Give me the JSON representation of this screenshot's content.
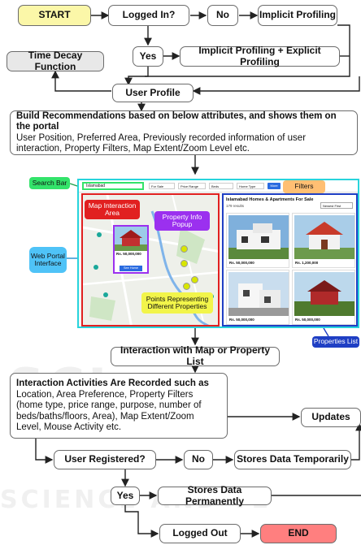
{
  "flow": {
    "start": "START",
    "logged_in": "Logged In?",
    "no1": "No",
    "implicit_profiling": "Implicit Profiling",
    "yes1": "Yes",
    "implicit_explicit": "Implicit Profiling + Explicit Profiling",
    "time_decay": "Time Decay Function",
    "user_profile": "User Profile",
    "build_title": "Build Recommendations based on below attributes, and shows them on the portal",
    "build_body": "User Position, Preferred Area, Previously recorded information of user interaction, Property Filters, Map Extent/Zoom Level etc.",
    "interaction": "Interaction with Map or Property List",
    "activities_title": "Interaction Activities Are Recorded such as",
    "activities_body": "Location, Area Preference, Property Filters (home type, price range, purpose, number of beds/baths/floors, Area), Map Extent/Zoom Level, Mouse Activity etc.",
    "updates": "Updates",
    "user_registered": "User Registered?",
    "no2": "No",
    "stores_temp": "Stores Data Temporarily",
    "yes2": "Yes",
    "stores_perm": "Stores Data Permanently",
    "logged_out": "Logged Out",
    "end": "END"
  },
  "portal": {
    "labels": {
      "search_bar": "Search Bar",
      "filters": "Filters",
      "web_portal": "Web Portal Interface",
      "map_area": "Map Interaction Area",
      "info_popup": "Property Info Popup",
      "points": "Points Representing Different Properties",
      "properties_list": "Properties List"
    },
    "search_value": "Islamabad",
    "filter_options": [
      "For Sale",
      "Price Range",
      "Beds",
      "Home Type"
    ],
    "filter_button": "More",
    "list_title": "Islamabad Homes & Apartments For Sale",
    "results": "179 results",
    "sort": "Newest First",
    "popup_price": "Rs. 50,000,000",
    "popup_button": "See Home",
    "listing_prices": [
      "Rs. 50,000,000",
      "Rs. 1,200,000",
      "Rs. 50,000,000",
      "Rs. 50,000,000"
    ]
  },
  "colors": {
    "start_fill": "#fbf7a8",
    "end_fill": "#ff7f7f",
    "time_decay_fill": "#e8e8e8",
    "search_label": "#33e36a",
    "filters_label": "#ffbf73",
    "portal_label": "#4fc3f7",
    "map_red": "#e12020",
    "popup_purple": "#9b30ef",
    "points_yellow": "#f2f54a",
    "list_blue": "#1f3fc4",
    "portal_cyan": "#28d4dc"
  }
}
